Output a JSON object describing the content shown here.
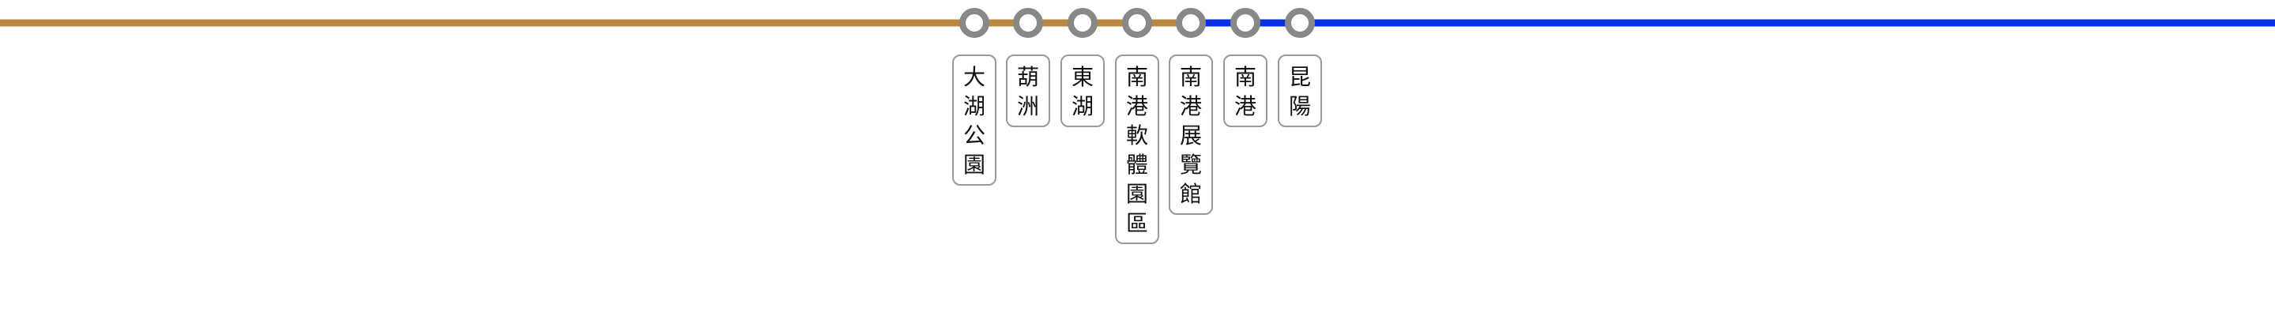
{
  "line_segments": [
    {
      "name": "brown-line",
      "color": "#B8893F",
      "from_station": 0,
      "to_station": 4
    },
    {
      "name": "blue-line",
      "color": "#0A2FE0",
      "from_station": 4,
      "to_station": 6
    }
  ],
  "station_marker": {
    "stroke": "#888888",
    "fill": "#ffffff"
  },
  "label_box": {
    "stroke": "#999999",
    "fill": "#ffffff"
  },
  "stations": [
    {
      "id": "dahu-park",
      "name": "大湖公園"
    },
    {
      "id": "huzhou",
      "name": "葫洲"
    },
    {
      "id": "donghu",
      "name": "東湖"
    },
    {
      "id": "nangang-software-park",
      "name": "南港軟體園區"
    },
    {
      "id": "nangang-exhibition-center",
      "name": "南港展覽館"
    },
    {
      "id": "nangang",
      "name": "南港"
    },
    {
      "id": "kunyang",
      "name": "昆陽"
    }
  ]
}
